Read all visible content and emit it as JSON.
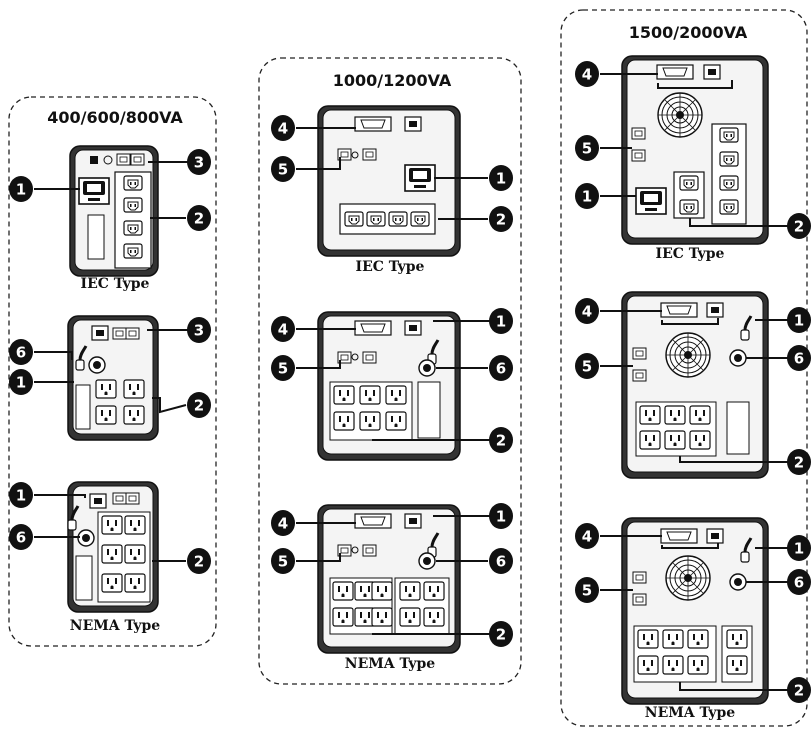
{
  "groups": [
    {
      "title": "400/600/800VA",
      "labels": [
        "IEC Type",
        "NEMA Type"
      ]
    },
    {
      "title": "1000/1200VA",
      "labels": [
        "IEC Type",
        "NEMA Type"
      ]
    },
    {
      "title": "1500/2000VA",
      "labels": [
        "IEC Type",
        "NEMA Type"
      ]
    }
  ],
  "callouts": [
    "1",
    "2",
    "3",
    "4",
    "5",
    "6"
  ]
}
